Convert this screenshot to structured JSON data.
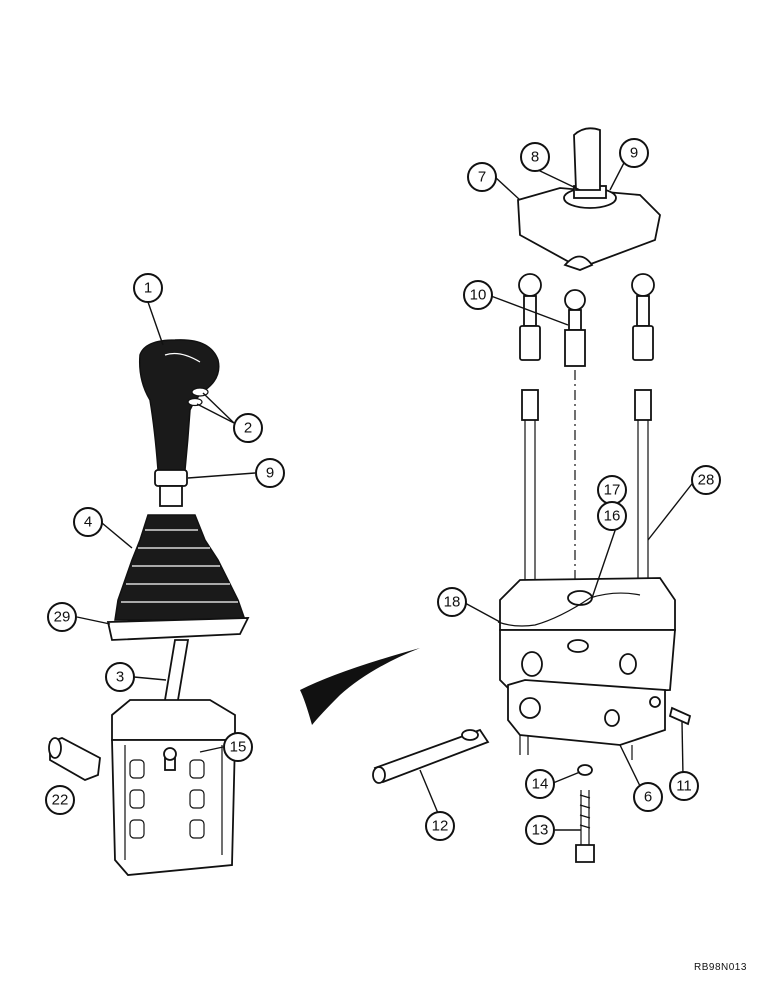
{
  "diagram": {
    "reference_code": "RB98N013",
    "callouts": [
      {
        "id": "c1",
        "label": "1"
      },
      {
        "id": "c2",
        "label": "2"
      },
      {
        "id": "c9a",
        "label": "9"
      },
      {
        "id": "c4",
        "label": "4"
      },
      {
        "id": "c29",
        "label": "29"
      },
      {
        "id": "c3",
        "label": "3"
      },
      {
        "id": "c15",
        "label": "15"
      },
      {
        "id": "c22",
        "label": "22"
      },
      {
        "id": "c7",
        "label": "7"
      },
      {
        "id": "c8",
        "label": "8"
      },
      {
        "id": "c9b",
        "label": "9"
      },
      {
        "id": "c10",
        "label": "10"
      },
      {
        "id": "c28",
        "label": "28"
      },
      {
        "id": "c17",
        "label": "17"
      },
      {
        "id": "c16",
        "label": "16"
      },
      {
        "id": "c18",
        "label": "18"
      },
      {
        "id": "c14",
        "label": "14"
      },
      {
        "id": "c6",
        "label": "6"
      },
      {
        "id": "c11",
        "label": "11"
      },
      {
        "id": "c12",
        "label": "12"
      },
      {
        "id": "c13",
        "label": "13"
      }
    ]
  }
}
